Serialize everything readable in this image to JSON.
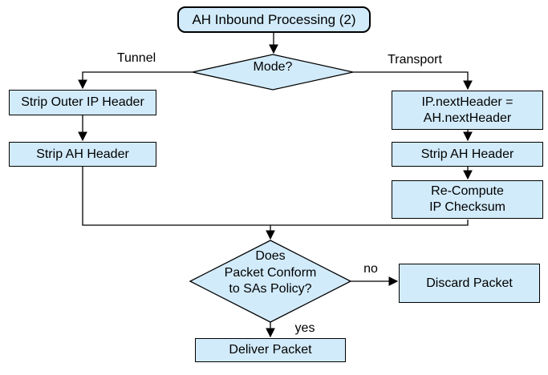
{
  "colors": {
    "background": "#ffffff",
    "node_fill": "#d2ebfa",
    "node_stroke": "#000000",
    "line": "#000000",
    "text": "#000000"
  },
  "nodes": {
    "start": {
      "label": "AH Inbound Processing (2)"
    },
    "mode_decision": {
      "label": "Mode?"
    },
    "strip_outer_ip": {
      "label": "Strip Outer IP Header"
    },
    "strip_ah_left": {
      "label": "Strip AH Header"
    },
    "ip_next_header": {
      "label": "IP.nextHeader =\nAH.nextHeader"
    },
    "strip_ah_right": {
      "label": "Strip AH Header"
    },
    "recompute_checksum": {
      "label": "Re-Compute\nIP Checksum"
    },
    "policy_decision": {
      "label": "Does\nPacket Conform\nto SAs Policy?"
    },
    "discard": {
      "label": "Discard Packet"
    },
    "deliver": {
      "label": "Deliver Packet"
    }
  },
  "edge_labels": {
    "tunnel": "Tunnel",
    "transport": "Transport",
    "no": "no",
    "yes": "yes"
  }
}
